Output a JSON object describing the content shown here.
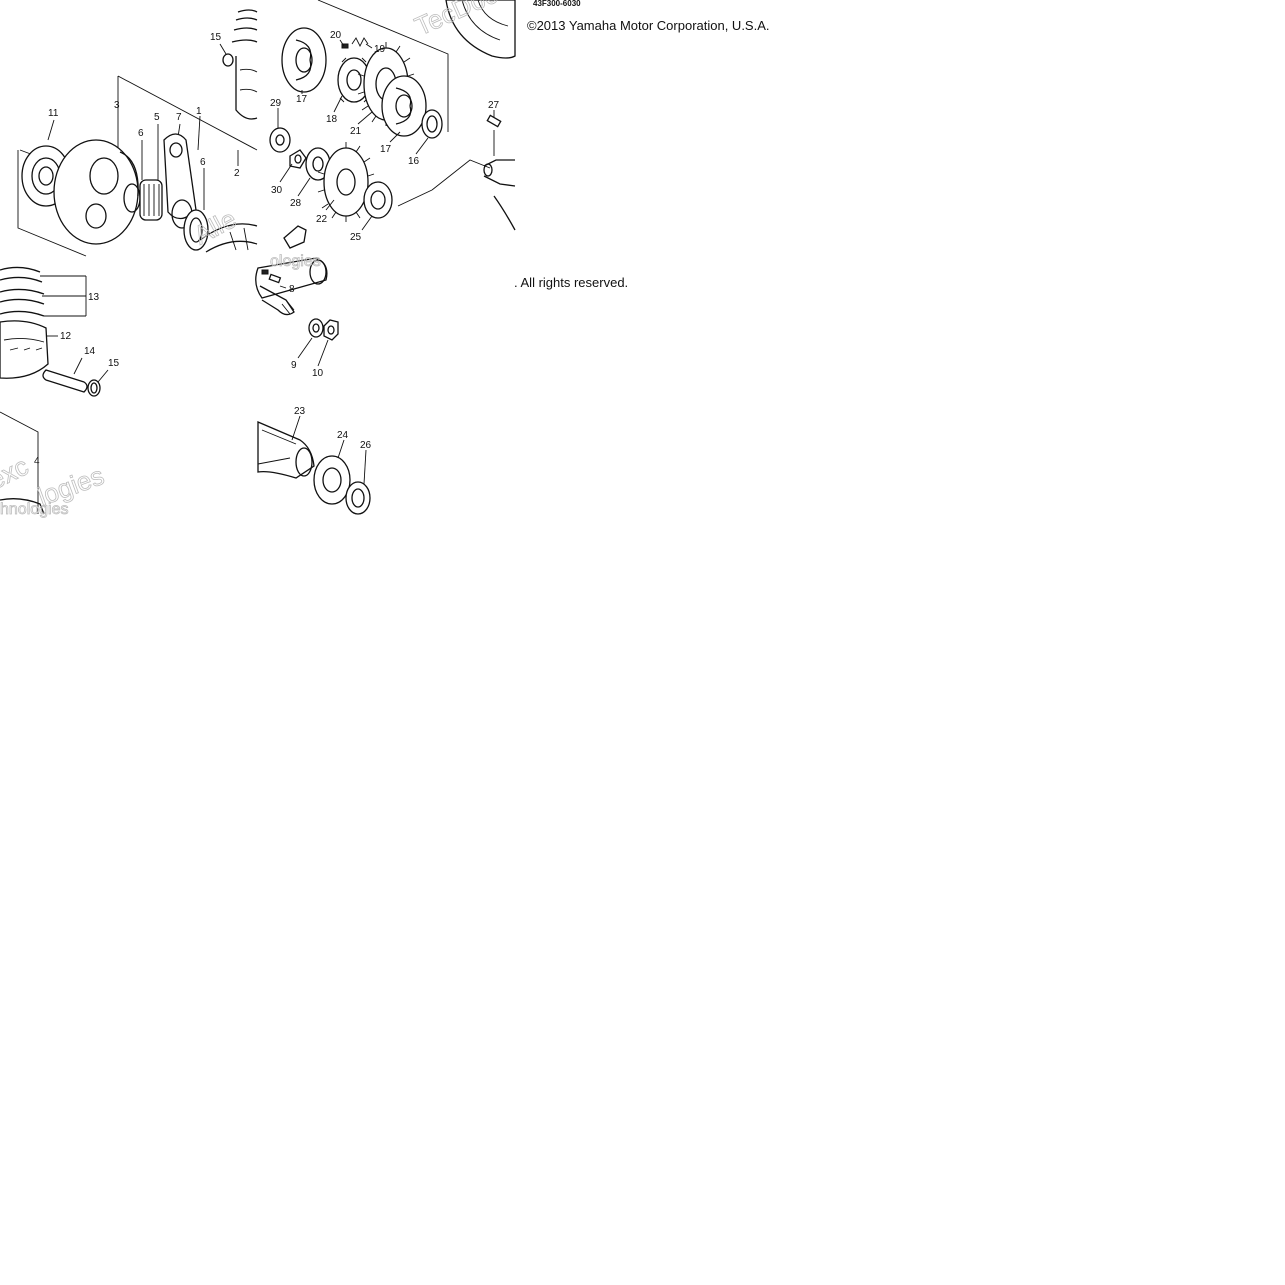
{
  "diagram": {
    "part_code": "43F300-6030",
    "copyright_line": "©2013 Yamaha Motor Corporation, U.S.A.",
    "rights_line": ". All rights reserved.",
    "callouts": {
      "tl_15": "15",
      "tl_3": "3",
      "tl_11": "11",
      "tl_6a": "6",
      "tl_5": "5",
      "tl_7": "7",
      "tl_1": "1",
      "tl_6b": "6",
      "tl_2": "2",
      "tr_20": "20",
      "tr_19": "19",
      "tr_17a": "17",
      "tr_18": "18",
      "tr_21": "21",
      "tr_17b": "17",
      "tr_16": "16",
      "tr_29": "29",
      "tr_30": "30",
      "tr_28": "28",
      "tr_22": "22",
      "tr_25": "25",
      "tr_27": "27",
      "bl_13": "13",
      "bl_12": "12",
      "bl_14": "14",
      "bl_15": "15",
      "bl_4": "4",
      "br_8": "8",
      "br_9": "9",
      "br_10": "10",
      "br_23": "23",
      "br_24": "24",
      "br_26": "26"
    },
    "watermarks": [
      "TecDoc",
      "Alle",
      "exc",
      "logies",
      "ologies",
      "hnologies"
    ]
  }
}
